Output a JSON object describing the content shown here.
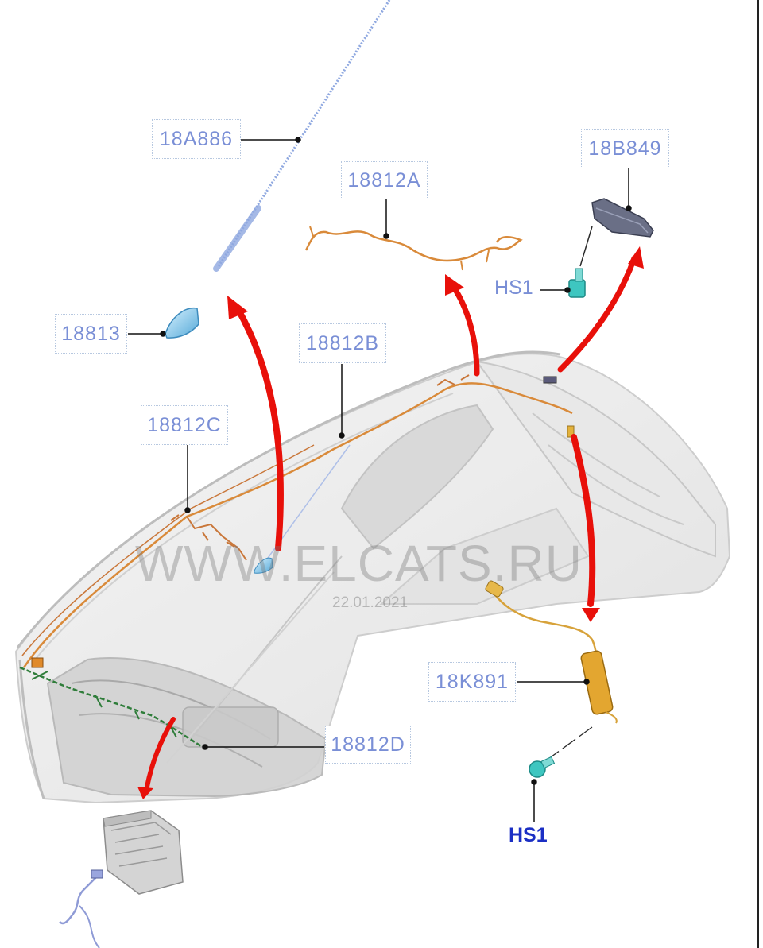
{
  "callouts": {
    "part_18A886": "18A886",
    "part_18812A": "18812A",
    "part_18B849": "18B849",
    "part_HS1_top": "HS1",
    "part_18813": "18813",
    "part_18812B": "18812B",
    "part_18812C": "18812C",
    "part_18K891": "18K891",
    "part_18812D": "18812D",
    "part_HS1_bottom": "HS1"
  },
  "watermark": {
    "site": "WWW.ELCATS.RU",
    "date": "22.01.2021"
  },
  "colors": {
    "callout_text": "#7a8fd6",
    "callout_border": "#b7c8e0",
    "bold_label": "#1b2fc4",
    "arrow": "#e8100a",
    "harness_orange": "#d98a3a",
    "harness_green": "#2f7d3a",
    "antenna_blue": "#8fa8e0",
    "module_cyan": "#3ec6c0"
  }
}
